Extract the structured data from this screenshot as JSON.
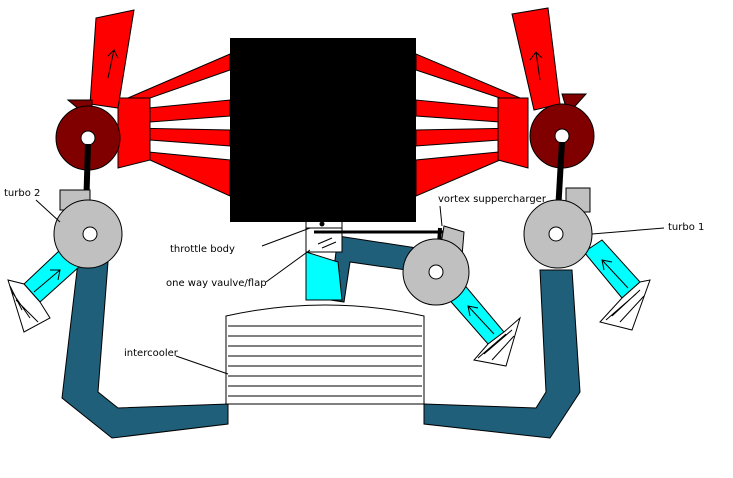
{
  "labels": {
    "turbo_2": "turbo 2",
    "turbo_1": "turbo 1",
    "throttle_body": "throttle body",
    "one_way_valve": "one way vaulve/flap",
    "vortex_supercharger": "vortex suppercharger",
    "intercooler": "intercooler"
  },
  "colors": {
    "engine": "#000000",
    "exhaust": "#ff0000",
    "turbine_housing": "#800000",
    "compressor": "#c0c0c0",
    "intake_cold": "#00ffff",
    "charge_pipe": "#1f5f7a",
    "outline": "#000000"
  }
}
